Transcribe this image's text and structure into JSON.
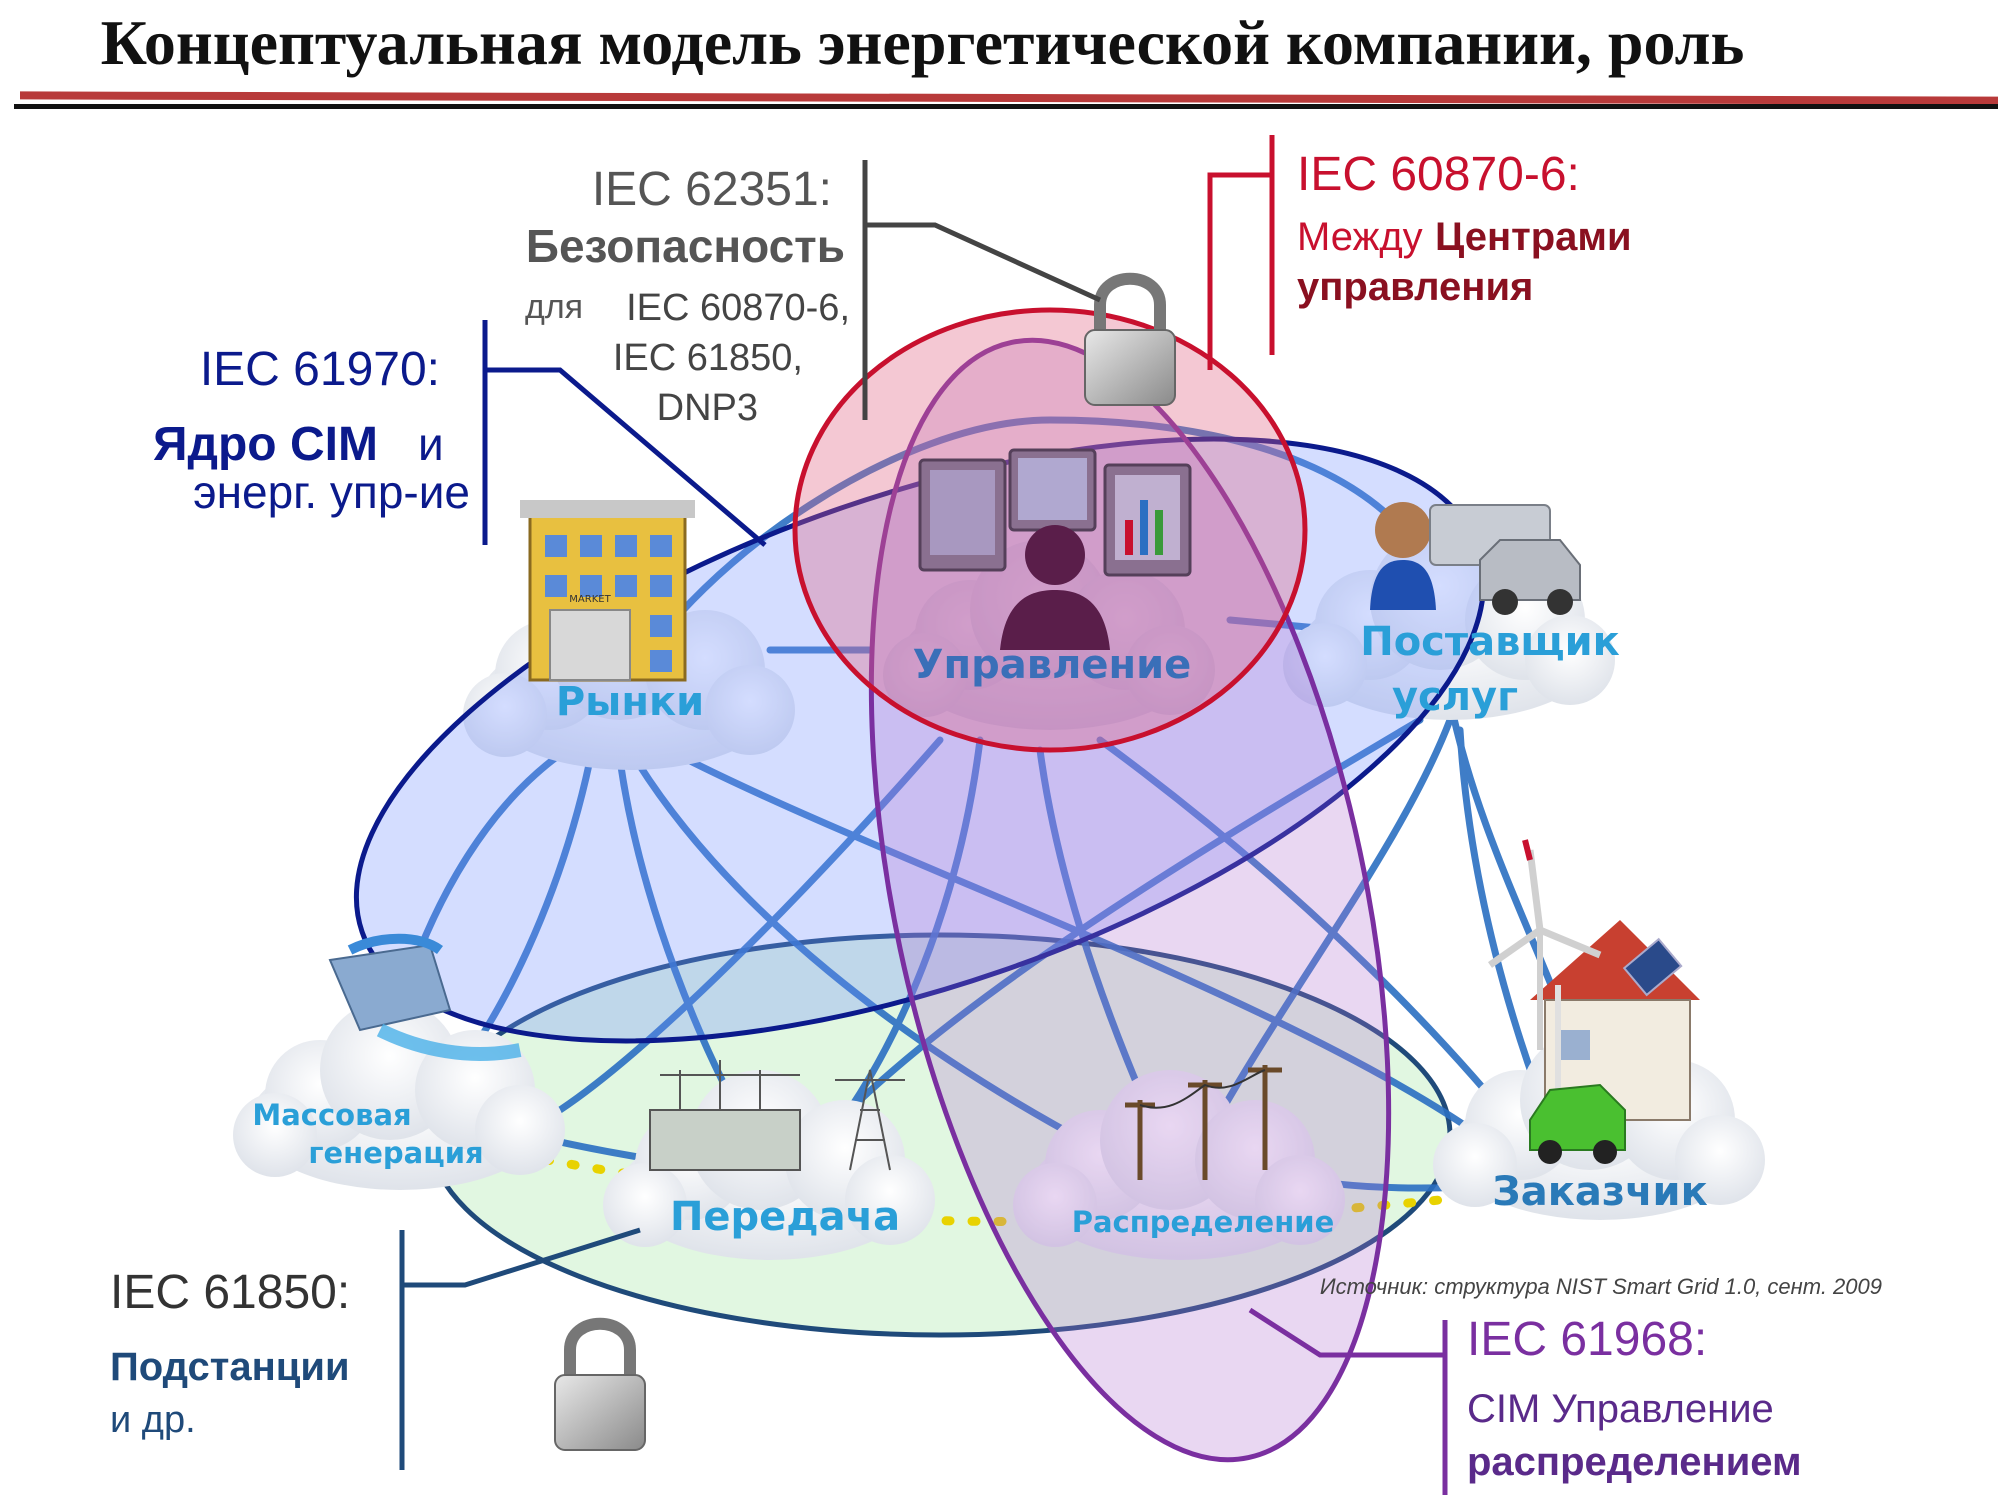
{
  "title": "Концептуальная модель энергетической компании, роль",
  "subtitle": "и взаимосвязь стандартов",
  "domains": {
    "markets": "Рынки",
    "operations": "Управление",
    "service_provider_line1": "Поставщик",
    "service_provider_line2": "услуг",
    "bulk_generation_line1": "Массовая",
    "bulk_generation_line2": "генерация",
    "transmission": "Передача",
    "distribution": "Распределение",
    "customer": "Заказчик",
    "market_sign": "MARKET"
  },
  "standards": {
    "security": {
      "code": "IEC 62351:",
      "title": "Безопасность",
      "prefix": "для",
      "line1": "IEC 60870-6,",
      "line2": "IEC 61850,",
      "line3": "DNP3"
    },
    "control_centers": {
      "code": "IEC 60870-6:",
      "text": "Между",
      "bold1": "Центрами",
      "bold2": "управления"
    },
    "cim_core": {
      "code": "IEC 61970:",
      "bold": "Ядро CIM",
      "text": "и",
      "line2": "энерг. упр-ие"
    },
    "substations": {
      "code": "IEC 61850:",
      "bold": "Подстанции",
      "text": "и др."
    },
    "distribution_mgmt": {
      "code": "IEC 61968:",
      "text": "CIM Управление",
      "bold": "распределением"
    }
  },
  "source_note": "Источник: структура NIST Smart Grid 1.0, сент. 2009",
  "colors": {
    "cim_blue": "#0b1a8c",
    "control_red": "#c8102e",
    "dist_purple": "#7a2fa0",
    "substation_green": "#1f4a7a",
    "link_blue": "#2b6fc2",
    "label_cyan": "#2a9fd8"
  }
}
